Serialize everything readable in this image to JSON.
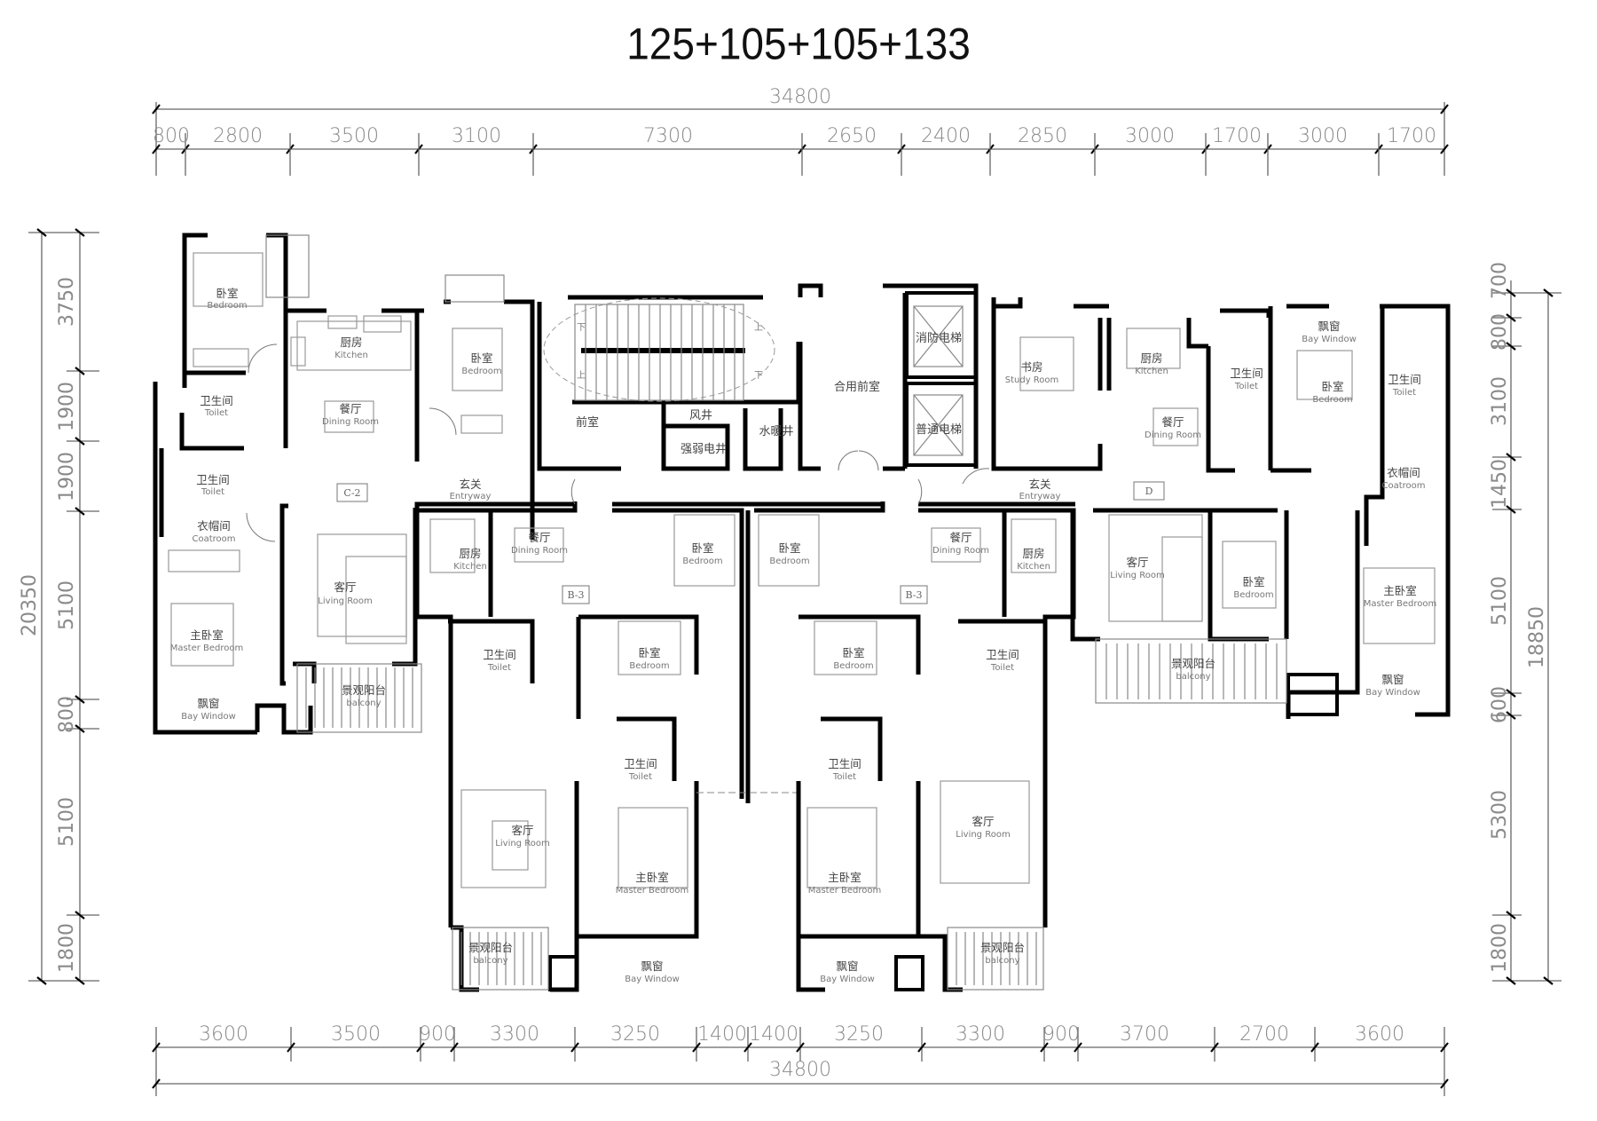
{
  "title": "125+105+105+133",
  "dimensions": {
    "top_total": "34800",
    "top": [
      "800",
      "2800",
      "3500",
      "3100",
      "7300",
      "2650",
      "2400",
      "2850",
      "3000",
      "1700",
      "3000",
      "1700"
    ],
    "bottom": [
      "3600",
      "3500",
      "900",
      "3300",
      "3250",
      "1400",
      "1400",
      "3250",
      "3300",
      "900",
      "3700",
      "2700",
      "3600"
    ],
    "bottom_total": "34800",
    "left_total": "20350",
    "left": [
      "3750",
      "1900",
      "1900",
      "5100",
      "800",
      "5100",
      "1800"
    ],
    "right_total": "18850",
    "right": [
      "700",
      "800",
      "3100",
      "1450",
      "5100",
      "600",
      "5300",
      "1800"
    ]
  },
  "units": {
    "c2": {
      "tag": "C-2",
      "rooms": [
        {
          "cn": "卧室",
          "en": "Bedroom"
        },
        {
          "cn": "厨房",
          "en": "Kitchen"
        },
        {
          "cn": "卧室",
          "en": "Bedroom"
        },
        {
          "cn": "卫生间",
          "en": "Toilet"
        },
        {
          "cn": "餐厅",
          "en": "Dining Room"
        },
        {
          "cn": "卫生间",
          "en": "Toilet"
        },
        {
          "cn": "玄关",
          "en": "Entryway"
        },
        {
          "cn": "衣帽间",
          "en": "Coatroom"
        },
        {
          "cn": "客厅",
          "en": "Living Room"
        },
        {
          "cn": "主卧室",
          "en": "Master Bedroom"
        },
        {
          "cn": "飘窗",
          "en": "Bay Window"
        },
        {
          "cn": "景观阳台",
          "en": "balcony"
        }
      ]
    },
    "b3_left": {
      "tag": "B-3",
      "rooms": [
        {
          "cn": "厨房",
          "en": "Kitchen"
        },
        {
          "cn": "餐厅",
          "en": "Dining Room"
        },
        {
          "cn": "卧室",
          "en": "Bedroom"
        },
        {
          "cn": "卫生间",
          "en": "Toilet"
        },
        {
          "cn": "卧室",
          "en": "Bedroom"
        },
        {
          "cn": "卫生间",
          "en": "Toilet"
        },
        {
          "cn": "客厅",
          "en": "Living Room"
        },
        {
          "cn": "主卧室",
          "en": "Master Bedroom"
        },
        {
          "cn": "景观阳台",
          "en": "balcony"
        },
        {
          "cn": "飘窗",
          "en": "Bay Window"
        }
      ]
    },
    "b3_right": {
      "tag": "B-3",
      "rooms": [
        {
          "cn": "卧室",
          "en": "Bedroom"
        },
        {
          "cn": "餐厅",
          "en": "Dining Room"
        },
        {
          "cn": "厨房",
          "en": "Kitchen"
        },
        {
          "cn": "卧室",
          "en": "Bedroom"
        },
        {
          "cn": "卫生间",
          "en": "Toilet"
        },
        {
          "cn": "卫生间",
          "en": "Toilet"
        },
        {
          "cn": "客厅",
          "en": "Living Room"
        },
        {
          "cn": "主卧室",
          "en": "Master Bedroom"
        },
        {
          "cn": "飘窗",
          "en": "Bay Window"
        },
        {
          "cn": "景观阳台",
          "en": "balcony"
        }
      ]
    },
    "d": {
      "tag": "D",
      "rooms": [
        {
          "cn": "书房",
          "en": "Study Room"
        },
        {
          "cn": "厨房",
          "en": "Kitchen"
        },
        {
          "cn": "卫生间",
          "en": "Toilet"
        },
        {
          "cn": "飘窗",
          "en": "Bay Window"
        },
        {
          "cn": "卧室",
          "en": "Bedroom"
        },
        {
          "cn": "卫生间",
          "en": "Toilet"
        },
        {
          "cn": "餐厅",
          "en": "Dining Room"
        },
        {
          "cn": "玄关",
          "en": "Entryway"
        },
        {
          "cn": "衣帽间",
          "en": "Coatroom"
        },
        {
          "cn": "客厅",
          "en": "Living Room"
        },
        {
          "cn": "卧室",
          "en": "Bedroom"
        },
        {
          "cn": "主卧室",
          "en": "Master Bedroom"
        },
        {
          "cn": "景观阳台",
          "en": "balcony"
        },
        {
          "cn": "飘窗",
          "en": "Bay Window"
        }
      ]
    }
  },
  "core": {
    "stair_down": "下",
    "stair_up": "上",
    "front_room": "前室",
    "air_shaft": "风井",
    "elec_shaft": "强弱电井",
    "water_shaft": "水暖井",
    "shared_lobby": "合用前室",
    "fire_elevator": "消防电梯",
    "elevator": "普通电梯"
  }
}
